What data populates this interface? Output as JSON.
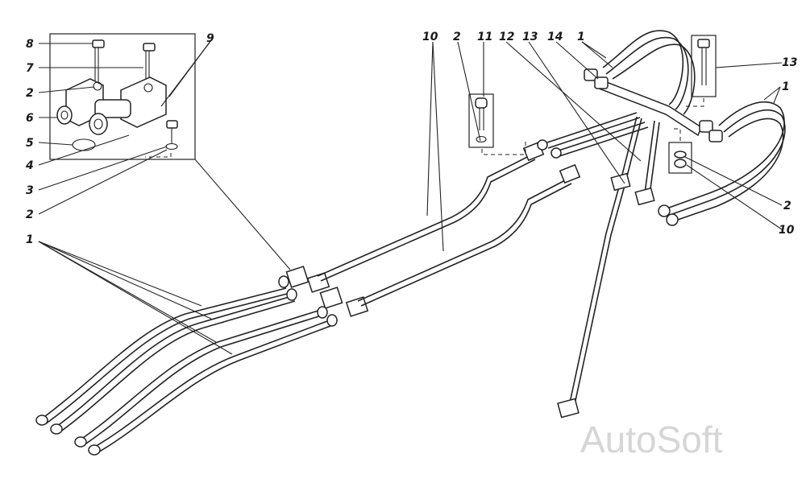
{
  "labels": {
    "l8": "8",
    "l7": "7",
    "l2a": "2",
    "l6": "6",
    "l5": "5",
    "l4": "4",
    "l3": "3",
    "l2b": "2",
    "l1a": "1",
    "l9": "9",
    "l10": "10",
    "l2c": "2",
    "l11": "11",
    "l12": "12",
    "l13": "13",
    "l14": "14",
    "l1b": "1",
    "l13r": "13",
    "l1c": "1",
    "l2d": "2",
    "l10r": "10"
  },
  "watermark": "AutoSoft"
}
